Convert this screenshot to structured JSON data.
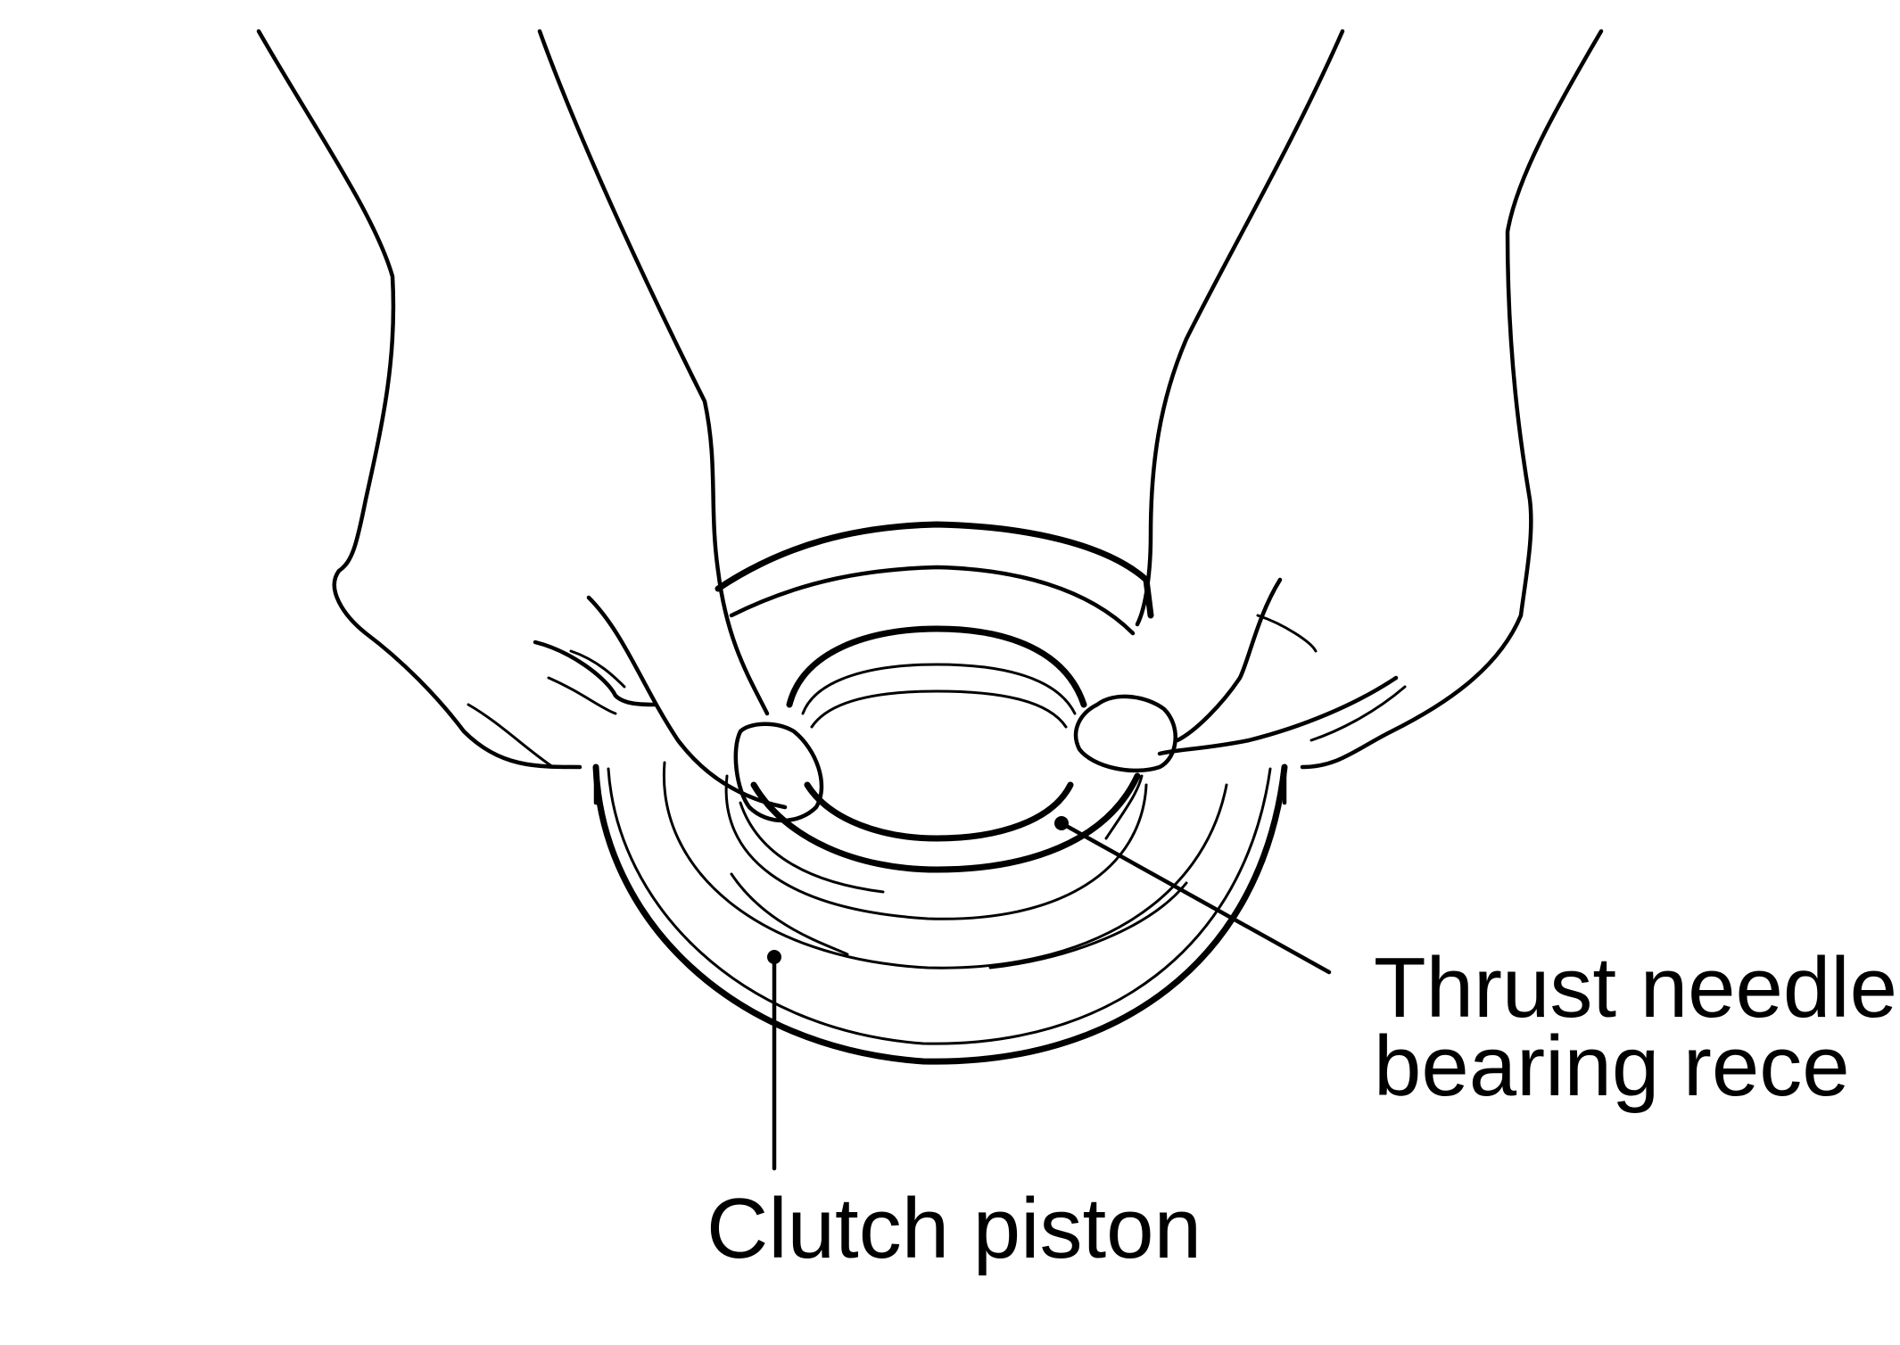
{
  "labels": {
    "thrust_line1": "Thrust needle",
    "thrust_line2": "bearing rece",
    "clutch_piston": "Clutch piston"
  },
  "colors": {
    "ink": "#000000",
    "background": "#ffffff"
  }
}
